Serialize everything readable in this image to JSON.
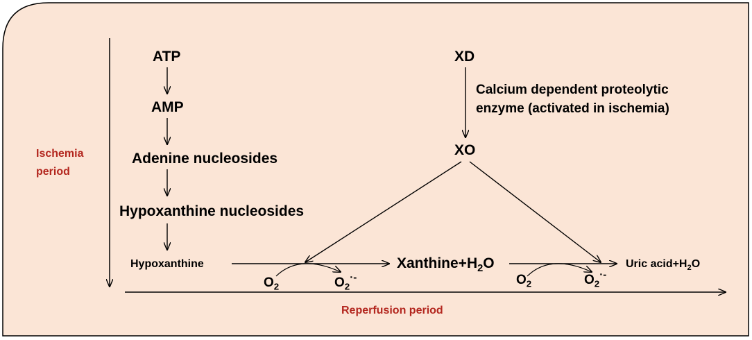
{
  "colors": {
    "panel_fill": "#fbe5d6",
    "panel_border": "#000000",
    "period_label": "#b3261e"
  },
  "labels": {
    "ischemia_line1": "Ischemia",
    "ischemia_line2": "period",
    "reperfusion": "Reperfusion period"
  },
  "pathway": {
    "atp": "ATP",
    "amp": "AMP",
    "adenine_nucleosides": "Adenine nucleosides",
    "hypoxanthine_nucleosides": "Hypoxanthine nucleosides",
    "hypoxanthine": "Hypoxanthine",
    "xanthine": "Xanthine+H",
    "xanthine_sub": "2",
    "xanthine_tail": "O",
    "uric_acid": "Uric acid+H",
    "uric_acid_sub": "2",
    "uric_acid_tail": "O"
  },
  "enzyme": {
    "xd": "XD",
    "xo": "XO",
    "proteolytic_line1": "Calcium dependent proteolytic",
    "proteolytic_line2": "enzyme (activated in ischemia)"
  },
  "oxygen": {
    "o2_base": "O",
    "o2_sub": "2",
    "superoxide_base": "O",
    "superoxide_sub": "2",
    "superoxide_sup": "·-"
  }
}
